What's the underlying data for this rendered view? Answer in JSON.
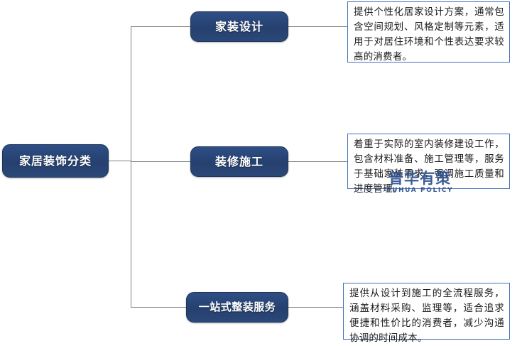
{
  "diagram": {
    "root": {
      "label": "家居装饰分类"
    },
    "branches": [
      {
        "node_label": "家装设计",
        "description": "提供个性化居家设计方案，通常包含空间规划、风格定制等元素，适用于对居住环境和个性表达要求较高的消费者。"
      },
      {
        "node_label": "装修施工",
        "description": "着重于实际的室内装修建设工作，包含材料准备、施工管理等，服务于基础家装需求，强调施工质量和进度管理。"
      },
      {
        "node_label": "一站式整装服务",
        "description": "提供从设计到施工的全流程服务，涵盖材料采购、监理等，适合追求便捷和性价比的消费者，减少沟通协调的时间成本。"
      }
    ]
  },
  "watermark": {
    "chinese": "普华有策",
    "english": "PUHUA POLICY"
  },
  "colors": {
    "node_fill": "#2b4878",
    "node_border": "#1d3559",
    "desc_border": "#4472b8",
    "connector": "#7f7f7f",
    "watermark": "#2b4e8c",
    "background": "#ffffff"
  }
}
